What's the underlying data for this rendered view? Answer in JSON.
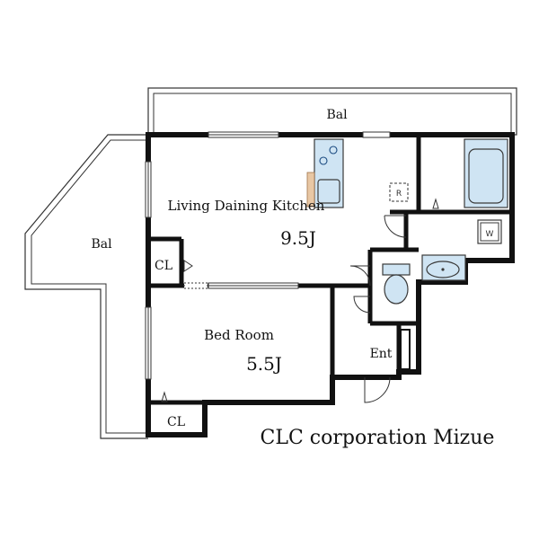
{
  "colors": {
    "wall": "#111111",
    "fixture_fill": "#cfe4f3",
    "fixture_stroke": "#3a3a3a",
    "background": "#ffffff",
    "closet_wood": "#e8c7a4"
  },
  "rooms": {
    "balcony_top": "Bal",
    "balcony_left": "Bal",
    "ldk_name": "Living Daining Kitchen",
    "ldk_size": "9.5J",
    "bedroom_name": "Bed Room",
    "bedroom_size": "5.5J",
    "closet_1": "CL",
    "closet_2": "CL",
    "entrance": "Ent"
  },
  "fixtures": {
    "refrigerator": "R",
    "washer": "W"
  },
  "footer": {
    "company": "CLC corporation Mizue"
  }
}
